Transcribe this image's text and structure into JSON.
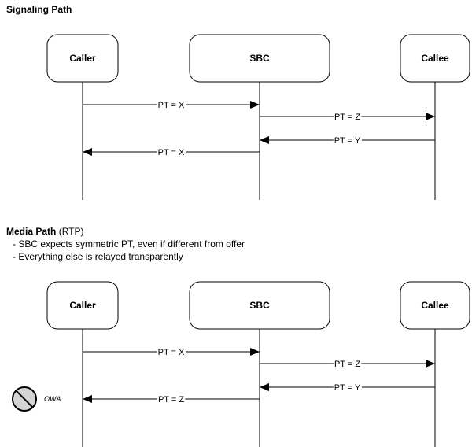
{
  "signaling": {
    "title": "Signaling Path",
    "actors": [
      "Caller",
      "SBC",
      "Callee"
    ],
    "messages": [
      {
        "from": "Caller",
        "to": "SBC",
        "label": "PT = X"
      },
      {
        "from": "SBC",
        "to": "Callee",
        "label": "PT = Z"
      },
      {
        "from": "Callee",
        "to": "SBC",
        "label": "PT = Y"
      },
      {
        "from": "SBC",
        "to": "Caller",
        "label": "PT = X"
      }
    ]
  },
  "media": {
    "title": "Media Path",
    "title_suffix": " (RTP)",
    "notes": [
      "- SBC expects symmetric PT, even if different from offer",
      "- Everything else is relayed transparently"
    ],
    "actors": [
      "Caller",
      "SBC",
      "Callee"
    ],
    "messages": [
      {
        "from": "Caller",
        "to": "SBC",
        "label": "PT = X"
      },
      {
        "from": "SBC",
        "to": "Callee",
        "label": "PT = Z"
      },
      {
        "from": "Callee",
        "to": "SBC",
        "label": "PT = Y"
      },
      {
        "from": "SBC",
        "to": "Caller",
        "label": "PT = Z"
      }
    ],
    "owa_label": "OWA",
    "owa_icon": "prohibited-icon"
  }
}
